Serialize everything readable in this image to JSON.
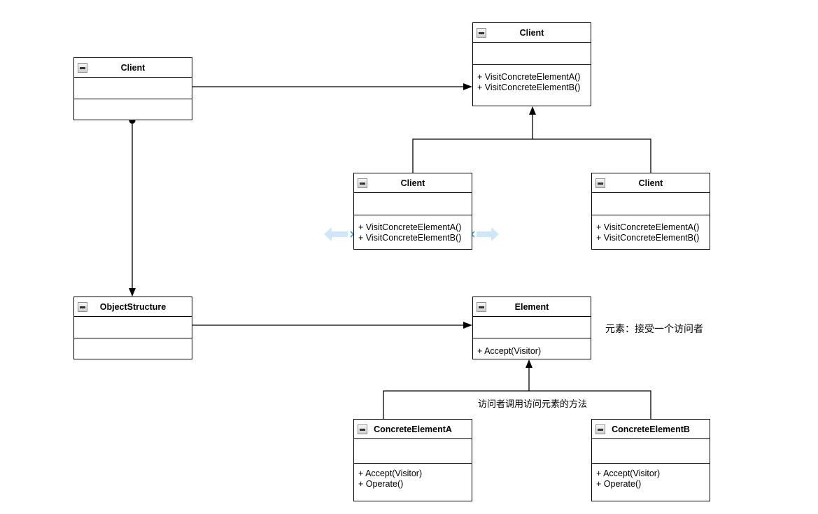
{
  "diagram": {
    "kind": "uml-class-diagram",
    "pattern": "Visitor",
    "background": "#ffffff"
  },
  "colors": {
    "box_border": "#000000",
    "box_fill": "#ffffff",
    "edge": "#000000",
    "hover_arrow_fill": "#cfe6f9",
    "connection_point": "#29a8e0"
  },
  "classes": [
    {
      "id": "client-top-left",
      "title": "Client",
      "attributes": [],
      "methods": []
    },
    {
      "id": "client-top-center",
      "title": "Client",
      "attributes": [],
      "methods": [
        "+ VisitConcreteElementA()",
        "+ VisitConcreteElementB()"
      ]
    },
    {
      "id": "client-mid-left",
      "title": "Client",
      "attributes": [],
      "methods": [
        "+ VisitConcreteElementA()",
        "+ VisitConcreteElementB()"
      ]
    },
    {
      "id": "client-mid-right",
      "title": "Client",
      "attributes": [],
      "methods": [
        "+ VisitConcreteElementA()",
        "+ VisitConcreteElementB()"
      ]
    },
    {
      "id": "object-structure",
      "title": "ObjectStructure",
      "attributes": [],
      "methods": []
    },
    {
      "id": "element",
      "title": "Element",
      "attributes": [],
      "methods": [
        "+ Accept(Visitor)"
      ]
    },
    {
      "id": "concrete-element-a",
      "title": "ConcreteElementA",
      "attributes": [],
      "methods": [
        "+ Accept(Visitor)",
        "+ Operate()"
      ]
    },
    {
      "id": "concrete-element-b",
      "title": "ConcreteElementB",
      "attributes": [],
      "methods": [
        "+ Accept(Visitor)",
        "+ Operate()"
      ]
    }
  ],
  "annotations": {
    "element_note": "元素：接受一个访问者",
    "visitor_note": "访问者调用访问元素的方法"
  },
  "edges": [
    {
      "from": "client-top-left",
      "to": "client-top-center",
      "type": "directed-association"
    },
    {
      "from": "client-top-left",
      "to": "object-structure",
      "type": "dot-to-arrow-link"
    },
    {
      "from": "object-structure",
      "to": "element",
      "type": "directed-association"
    },
    {
      "from": "client-mid-left",
      "to": "client-top-center",
      "type": "generalization-tree"
    },
    {
      "from": "client-mid-right",
      "to": "client-top-center",
      "type": "generalization-tree"
    },
    {
      "from": "concrete-element-a",
      "to": "element",
      "type": "generalization-tree"
    },
    {
      "from": "concrete-element-b",
      "to": "element",
      "type": "generalization-tree"
    }
  ]
}
